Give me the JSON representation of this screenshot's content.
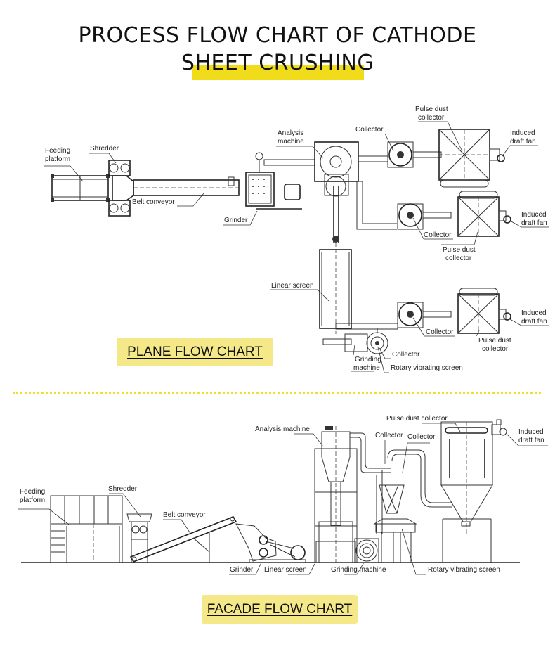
{
  "title": {
    "line1": "PROCESS FLOW CHART OF CATHODE",
    "line2": "SHEET CRUSHING",
    "highlight_color": "#f0dc1a"
  },
  "plane": {
    "badge": "PLANE FLOW CHART",
    "labels": {
      "feeding_1": "Feeding",
      "feeding_2": "platform",
      "shredder": "Shredder",
      "belt": "Belt conveyor",
      "grinder": "Grinder",
      "analysis_1": "Analysis",
      "analysis_2": "machine",
      "collector_top": "Collector",
      "pulse_top_1": "Pulse dust",
      "pulse_top_2": "collector",
      "fan_top_1": "Induced",
      "fan_top_2": "draft fan",
      "collector_mid": "Collector",
      "pulse_mid_1": "Pulse dust",
      "pulse_mid_2": "collector",
      "fan_mid_1": "Induced",
      "fan_mid_2": "draft fan",
      "linear_screen": "Linear screen",
      "collector_low": "Collector",
      "pulse_low_1": "Pulse dust",
      "pulse_low_2": "collector",
      "fan_low_1": "Induced",
      "fan_low_2": "draft fan",
      "collector_bottom": "Collector",
      "grinding_1": "Grinding",
      "grinding_2": "machine",
      "rotary": "Rotary vibrating screen"
    }
  },
  "facade": {
    "badge": "FACADE FLOW CHART",
    "labels": {
      "feeding_1": "Feeding",
      "feeding_2": "platform",
      "shredder": "Shredder",
      "belt": "Belt conveyor",
      "analysis": "Analysis machine",
      "grinder": "Grinder",
      "linear_screen": "Linear screen",
      "grinding": "Grinding machine",
      "rotary": "Rotary vibrating screen",
      "collector_1": "Collector",
      "collector_2": "Collector",
      "pulse": "Pulse dust collector",
      "fan_1": "Induced",
      "fan_2": "draft fan"
    }
  },
  "separator_color": "#f1de2a",
  "badge_color": "#f5e888"
}
